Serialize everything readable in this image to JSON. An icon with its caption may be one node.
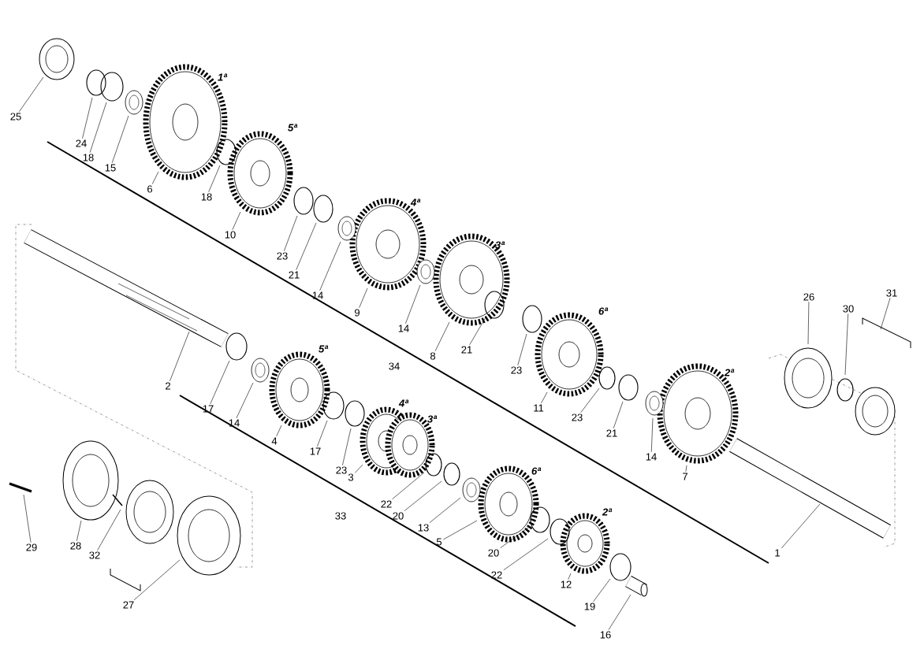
{
  "diagram": {
    "nodes": [
      {
        "text": [
          "25"
        ]
      },
      {
        "text": [
          "24"
        ]
      },
      {
        "text": [
          "18"
        ]
      },
      {
        "text": [
          "15"
        ]
      },
      {
        "text": [
          "6"
        ]
      },
      {
        "text": [
          "18"
        ]
      },
      {
        "text": [
          "10"
        ]
      },
      {
        "text": [
          "23"
        ]
      },
      {
        "text": [
          "21"
        ]
      },
      {
        "text": [
          "14"
        ]
      },
      {
        "text": [
          "9"
        ]
      },
      {
        "text": [
          "14"
        ]
      },
      {
        "text": [
          "8"
        ]
      },
      {
        "text": [
          "21"
        ]
      },
      {
        "text": [
          "23"
        ]
      },
      {
        "text": [
          "11"
        ]
      },
      {
        "text": [
          "23"
        ]
      },
      {
        "text": [
          "21"
        ]
      },
      {
        "text": [
          "14"
        ]
      },
      {
        "text": [
          "7"
        ]
      },
      {
        "text": [
          "1"
        ]
      },
      {
        "text": [
          "26"
        ]
      },
      {
        "text": [
          "30"
        ]
      },
      {
        "text": [
          "31"
        ]
      },
      {
        "text": [
          "2"
        ]
      },
      {
        "text": [
          "17"
        ]
      },
      {
        "text": [
          "14"
        ]
      },
      {
        "text": [
          "4"
        ]
      },
      {
        "text": [
          "17"
        ]
      },
      {
        "text": [
          "23"
        ]
      },
      {
        "text": [
          "3"
        ]
      },
      {
        "text": [
          "22"
        ]
      },
      {
        "text": [
          "20"
        ]
      },
      {
        "text": [
          "13"
        ]
      },
      {
        "text": [
          "5"
        ]
      },
      {
        "text": [
          "20"
        ]
      },
      {
        "text": [
          "22"
        ]
      },
      {
        "text": [
          "12"
        ]
      },
      {
        "text": [
          "19"
        ]
      },
      {
        "text": [
          "16"
        ]
      },
      {
        "text": [
          "29"
        ]
      },
      {
        "text": [
          "28"
        ]
      },
      {
        "text": [
          "32"
        ]
      },
      {
        "text": [
          "27"
        ]
      }
    ],
    "edges": [
      {
        "from": 0,
        "to": null,
        "arrow": "none"
      },
      {
        "from": 1,
        "to": null,
        "arrow": "none"
      },
      {
        "from": 2,
        "to": null,
        "arrow": "none"
      },
      {
        "from": 3,
        "to": null,
        "arrow": "none"
      },
      {
        "from": 4,
        "to": null,
        "arrow": "none"
      },
      {
        "from": 5,
        "to": null,
        "arrow": "none"
      },
      {
        "from": 6,
        "to": null,
        "arrow": "none"
      },
      {
        "from": 7,
        "to": null,
        "arrow": "none"
      },
      {
        "from": 8,
        "to": null,
        "arrow": "none"
      },
      {
        "from": 9,
        "to": null,
        "arrow": "none"
      },
      {
        "from": 10,
        "to": null,
        "arrow": "none"
      },
      {
        "from": 11,
        "to": null,
        "arrow": "none"
      },
      {
        "from": 12,
        "to": null,
        "arrow": "none"
      },
      {
        "from": 13,
        "to": null,
        "arrow": "none"
      },
      {
        "from": 14,
        "to": null,
        "arrow": "none"
      },
      {
        "from": 15,
        "to": null,
        "arrow": "none"
      },
      {
        "from": 16,
        "to": null,
        "arrow": "none"
      },
      {
        "from": 17,
        "to": null,
        "arrow": "none"
      },
      {
        "from": 18,
        "to": null,
        "arrow": "none"
      },
      {
        "from": 19,
        "to": null,
        "arrow": "none"
      },
      {
        "from": 20,
        "to": null,
        "arrow": "none"
      },
      {
        "from": 21,
        "to": null,
        "arrow": "none"
      },
      {
        "from": 22,
        "to": null,
        "arrow": "none"
      },
      {
        "from": 23,
        "to": null,
        "arrow": "none"
      },
      {
        "from": 24,
        "to": null,
        "arrow": "none"
      },
      {
        "from": 25,
        "to": null,
        "arrow": "none"
      },
      {
        "from": 26,
        "to": null,
        "arrow": "none"
      },
      {
        "from": 27,
        "to": null,
        "arrow": "none"
      },
      {
        "from": 28,
        "to": null,
        "arrow": "none"
      },
      {
        "from": 29,
        "to": null,
        "arrow": "none"
      },
      {
        "from": 30,
        "to": null,
        "arrow": "none"
      },
      {
        "from": 31,
        "to": null,
        "arrow": "none"
      },
      {
        "from": 32,
        "to": null,
        "arrow": "none"
      },
      {
        "from": 33,
        "to": null,
        "arrow": "none"
      },
      {
        "from": 34,
        "to": null,
        "arrow": "none"
      },
      {
        "from": 35,
        "to": null,
        "arrow": "none"
      },
      {
        "from": 36,
        "to": null,
        "arrow": "none"
      },
      {
        "from": 37,
        "to": null,
        "arrow": "none"
      },
      {
        "from": 38,
        "to": null,
        "arrow": "none"
      },
      {
        "from": 39,
        "to": null,
        "arrow": "none"
      },
      {
        "from": 40,
        "to": null,
        "arrow": "none"
      },
      {
        "from": 41,
        "to": null,
        "arrow": "none"
      },
      {
        "from": 42,
        "to": null,
        "arrow": "none"
      },
      {
        "from": 43,
        "to": null,
        "arrow": "none"
      }
    ],
    "labels": [
      "1ª",
      "5ª",
      "4ª",
      "3ª",
      "6ª",
      "2ª",
      "34",
      "5ª",
      "4ª",
      "3ª",
      "6ª",
      "2ª",
      "33"
    ]
  }
}
